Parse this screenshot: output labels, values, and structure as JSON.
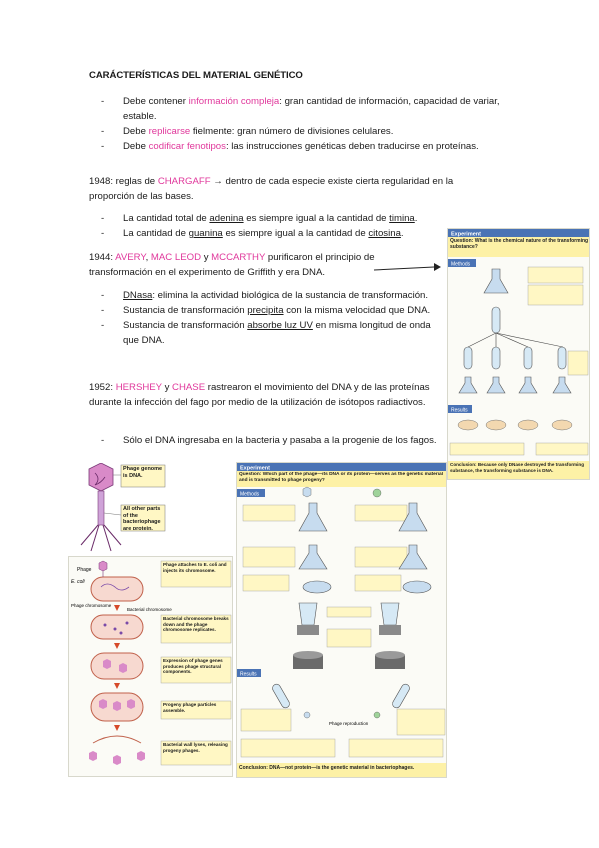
{
  "title": "CARÁCTERÍSTICAS DEL MATERIAL GENÉTICO",
  "intro_items": [
    {
      "pre": "Debe contener ",
      "hl": "información compleja",
      "post": ": gran cantidad de información, capacidad de variar, estable."
    },
    {
      "pre": "Debe ",
      "hl": "replicarse",
      "post": " fielmente: gran número de divisiones celulares."
    },
    {
      "pre": "Debe ",
      "hl": "codificar fenotipos",
      "post": ": las instrucciones genéticas deben traducirse en proteínas."
    }
  ],
  "chargaff": {
    "year": "1948: reglas de ",
    "name": "CHARGAFF",
    "rest": " → dentro de cada especie existe cierta regularidad en la proporción de las bases.",
    "item1_pre": "La cantidad total de ",
    "item1_a": "adenina",
    "item1_mid": " es siempre igual a la cantidad de ",
    "item1_b": "timina",
    "item1_end": ".",
    "item2_pre": "La cantidad de ",
    "item2_a": "guanina",
    "item2_mid": " es siempre igual a la cantidad de ",
    "item2_b": "citosina",
    "item2_end": "."
  },
  "avery": {
    "year": "1944: ",
    "n1": "AVERY",
    "sep1": ", ",
    "n2": "MAC LEOD",
    "sep2": " y ",
    "n3": "MCCARTHY",
    "rest": " purificaron el principio de transformación en el experimento de Griffith y era DNA.",
    "b1_u": "DNasa",
    "b1_rest": ": elimina la actividad biológica de la sustancia de transformación.",
    "b2_pre": "Sustancia de transformación ",
    "b2_u": "precipita",
    "b2_rest": " con la misma velocidad que DNA.",
    "b3_pre": "Sustancia de transformación ",
    "b3_u": "absorbe luz UV",
    "b3_rest": " en misma longitud de onda que DNA."
  },
  "hershey": {
    "year": "1952: ",
    "n1": "HERSHEY",
    "sep": " y ",
    "n2": "CHASE",
    "rest": " rastrearon el movimiento del DNA y de las proteínas durante la infección del fago por medio de la utilización de isótopos radiactivos.",
    "b1": "Sólo el DNA ingresaba en la bacteria y pasaba a la progenie de los fagos."
  },
  "fig_avery": {
    "header": "Experiment",
    "question": "Question: What is the chemical nature of the transforming substance?",
    "methods": "Methods",
    "results": "Results",
    "conclusion": "Conclusion: Because only DNase destroyed the transforming substance, the transforming substance is DNA."
  },
  "fig_phage": {
    "label1": "Phage genome is DNA.",
    "label2": "All other parts of the bacteriophage are protein."
  },
  "fig_cycle": {
    "phage": "Phage",
    "ecoli": "E. coli",
    "phage_chrom": "Phage chromosome",
    "bact_chrom": "Bacterial chromosome",
    "s1": "Phage attaches to E. coli and injects its chromosome.",
    "s2": "Bacterial chromosome breaks down and the phage chromosome replicates.",
    "s3": "Expression of phage genes produces phage structural components.",
    "s4": "Progeny phage particles assemble.",
    "s5": "Bacterial wall lyses, releasing progeny phages."
  },
  "fig_hc": {
    "header": "Experiment",
    "question": "Question: Which part of the phage—its DNA or its protein—serves as the genetic material and is transmitted to phage progeny?",
    "methods": "Methods",
    "results": "Results",
    "conclusion": "Conclusion: DNA—not protein—is the genetic material in bacteriophages.",
    "phage_repro": "Phage reproduction"
  }
}
